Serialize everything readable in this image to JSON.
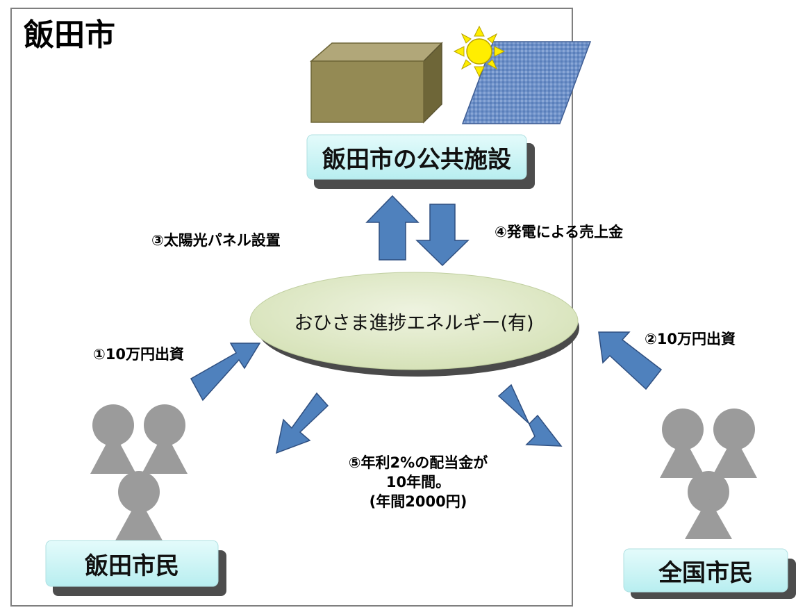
{
  "region_title": "飯田市",
  "facility": {
    "label": "飯田市の公共施設"
  },
  "company": {
    "label": "おひさま進捗エネルギー(有)"
  },
  "local_citizens": {
    "label": "飯田市民"
  },
  "national_citizens": {
    "label": "全国市民"
  },
  "flows": {
    "step1": "①10万円出資",
    "step2": "②10万円出資",
    "step3": "③太陽光パネル設置",
    "step4": "④発電による売上金",
    "step5_line1": "⑤年利2%の配当金が",
    "step5_line2": "10年間。",
    "step5_line3": "(年間2000円)"
  },
  "colors": {
    "arrow_fill": "#4f81bd",
    "arrow_stroke": "#2f4f80",
    "box_fill": "#c6f2f4",
    "ellipse_fill": "#d8e4bc",
    "person_fill": "#9b9b9b",
    "building_front": "#948a54",
    "building_top": "#b1a779",
    "building_side": "#6e6638",
    "panel_fill": "#6a8fc9",
    "sun_fill": "#ffee00"
  },
  "icons": {
    "building": "building-cube-icon",
    "solar_panel": "solar-panel-icon",
    "sun": "sun-icon",
    "people": "people-group-icon"
  }
}
